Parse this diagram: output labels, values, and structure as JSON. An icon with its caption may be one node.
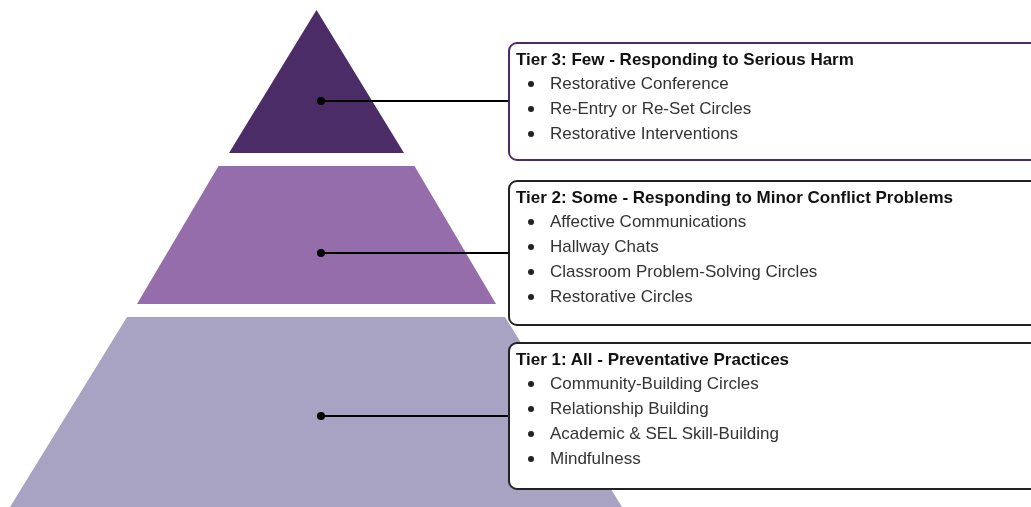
{
  "diagram": {
    "nodes": [
      {
        "text": [],
        "shape": "triangle"
      },
      {
        "text": [],
        "shape": "trapezoid"
      },
      {
        "text": [],
        "shape": "trapezoid"
      },
      {
        "text": [
          "Tier 3: Few - Responding to Serious Harm",
          "Restorative Conference",
          "Re-Entry or Re-Set Circles",
          "Restorative Interventions"
        ]
      },
      {
        "text": [
          "Tier 2: Some - Responding to Minor Conflict Problems",
          "Affective Communications",
          "Hallway Chats",
          "Classroom Problem-Solving Circles",
          "Restorative Circles"
        ]
      },
      {
        "text": [
          "Tier 1: All - Preventative Practices",
          "Community-Building Circles",
          "Relationship Building",
          "Academic & SEL Skill-Building",
          "Mindfulness"
        ]
      }
    ],
    "edges": [
      {
        "from": 3,
        "to": 0,
        "arrow": "other"
      },
      {
        "from": 4,
        "to": 1,
        "arrow": "other"
      },
      {
        "from": 5,
        "to": 2,
        "arrow": "other"
      }
    ]
  }
}
